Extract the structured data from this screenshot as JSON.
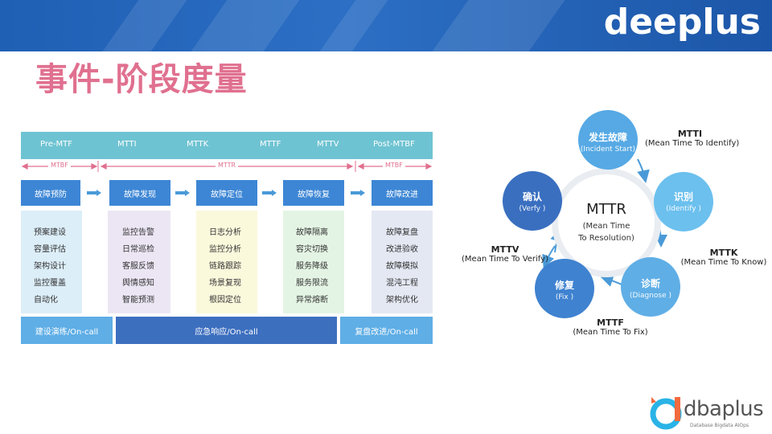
{
  "header": {
    "brand": "deeplus",
    "title": "事件-阶段度量"
  },
  "metrics": [
    "Pre-MTF",
    "MTTI",
    "MTTK",
    "MTTF",
    "MTTV",
    "Post-MTBF"
  ],
  "spans": {
    "left": "MTBF",
    "middle": "MTTR",
    "right": "MTBF"
  },
  "stages": [
    {
      "name": "故障预防",
      "items": [
        "预案建设",
        "容量评估",
        "架构设计",
        "监控覆盖",
        "自动化"
      ]
    },
    {
      "name": "故障发现",
      "items": [
        "监控告警",
        "日常巡检",
        "客服反馈",
        "舆情感知",
        "智能预测"
      ]
    },
    {
      "name": "故障定位",
      "items": [
        "日志分析",
        "监控分析",
        "链路跟踪",
        "场景复现",
        "根因定位"
      ]
    },
    {
      "name": "故障恢复",
      "items": [
        "故障隔离",
        "容灾切换",
        "服务降级",
        "服务限流",
        "异常熔断"
      ]
    },
    {
      "name": "故障改进",
      "items": [
        "故障复盘",
        "改进验收",
        "故障模拟",
        "混沌工程",
        "架构优化"
      ]
    }
  ],
  "footer": [
    "建设演练/On-call",
    "应急响应/On-call",
    "复盘改进/On-call"
  ],
  "cycle": {
    "center": {
      "name": "MTTR",
      "sub1": "(Mean Time",
      "sub2": "To Resolution)"
    },
    "nodes": [
      {
        "cn": "发生故障",
        "en": "(Incident Start)"
      },
      {
        "cn": "识别",
        "en": "(Identify )"
      },
      {
        "cn": "诊断",
        "en": "(Diagnose )"
      },
      {
        "cn": "修复",
        "en": "(Fix )"
      },
      {
        "cn": "确认",
        "en": "(Verfy )"
      }
    ],
    "labels": [
      {
        "abbr": "MTTI",
        "full": "(Mean Time To Identify)"
      },
      {
        "abbr": "MTTK",
        "full": "(Mean Time To Know)"
      },
      {
        "abbr": "MTTF",
        "full": "(Mean Time To Fix)"
      },
      {
        "abbr": "MTTV",
        "full": "(Mean Time To Verify)"
      }
    ]
  },
  "footer_logo": {
    "name": "dbaplus",
    "tagline": "Database  Bigdata  AIOps"
  },
  "colors": {
    "banner": "#2c6fc4",
    "title": "#e0708f",
    "metrics_bar": "#6ec3d2",
    "stage": "#3d86d5",
    "footer_dark": "#3d6fbf",
    "footer_light": "#5faee6",
    "card1": "#dceef8",
    "card2": "#ece6f4",
    "card3": "#fbf9dc",
    "card4": "#e4f4e4",
    "card5": "#e4e8f3"
  }
}
